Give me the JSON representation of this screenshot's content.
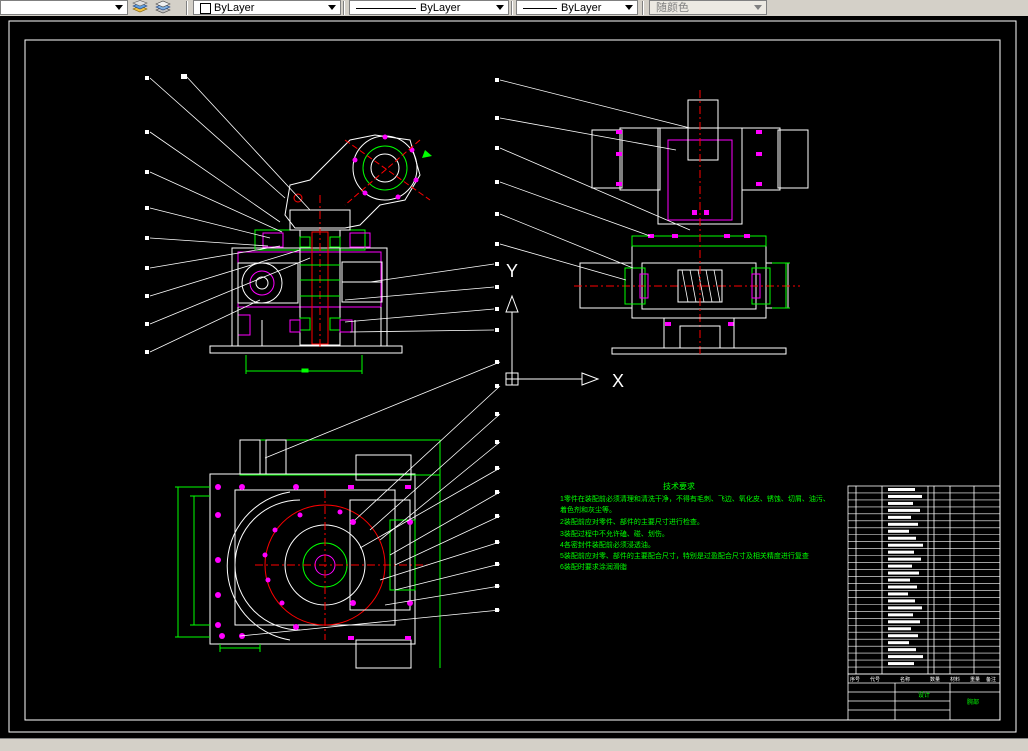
{
  "toolbar": {
    "layer_dropdown": {
      "icon": "layer-swatch-icon"
    },
    "layer_state_icon": "layers-icon",
    "layer_prev_icon": "layer-previous-icon",
    "color_combo": {
      "value": "ByLayer",
      "swatch_color": "#ffffff"
    },
    "linetype_combo": {
      "value": "ByLayer"
    },
    "lineweight_combo": {
      "value": "ByLayer"
    },
    "plotstyle_combo": {
      "value": "随颜色"
    }
  },
  "drawing": {
    "background": "#000000",
    "colors": {
      "frame": "#ffffff",
      "green": "#00ff00",
      "magenta": "#ff00ff",
      "red": "#ff0000",
      "yellow": "#ffff00",
      "cyan": "#00ffff"
    },
    "ucs": {
      "x_label": "X",
      "y_label": "Y"
    },
    "tech_notes": {
      "title": "技术要求",
      "lines": [
        "1零件在装配前必须清理和清洗干净，不得有毛刺、飞边、氧化皮、锈蚀、切屑、油污、",
        "着色剂和灰尘等。",
        "2装配前应对零件、部件的主要尺寸进行检查。",
        "3装配过程中不允许磕、碰、划伤。",
        "4各密封件装配前必须浸透油。",
        "5装配前应对零、部件的主要配合尺寸，特别是过盈配合尺寸及相关精度进行复查",
        "6装配时要求涂润滑脂"
      ]
    },
    "title_block": {
      "header": [
        "序号",
        "代号",
        "名称",
        "数量",
        "材料",
        "重量",
        "备注"
      ],
      "drawing_name": "腕部",
      "company": "设计"
    }
  }
}
